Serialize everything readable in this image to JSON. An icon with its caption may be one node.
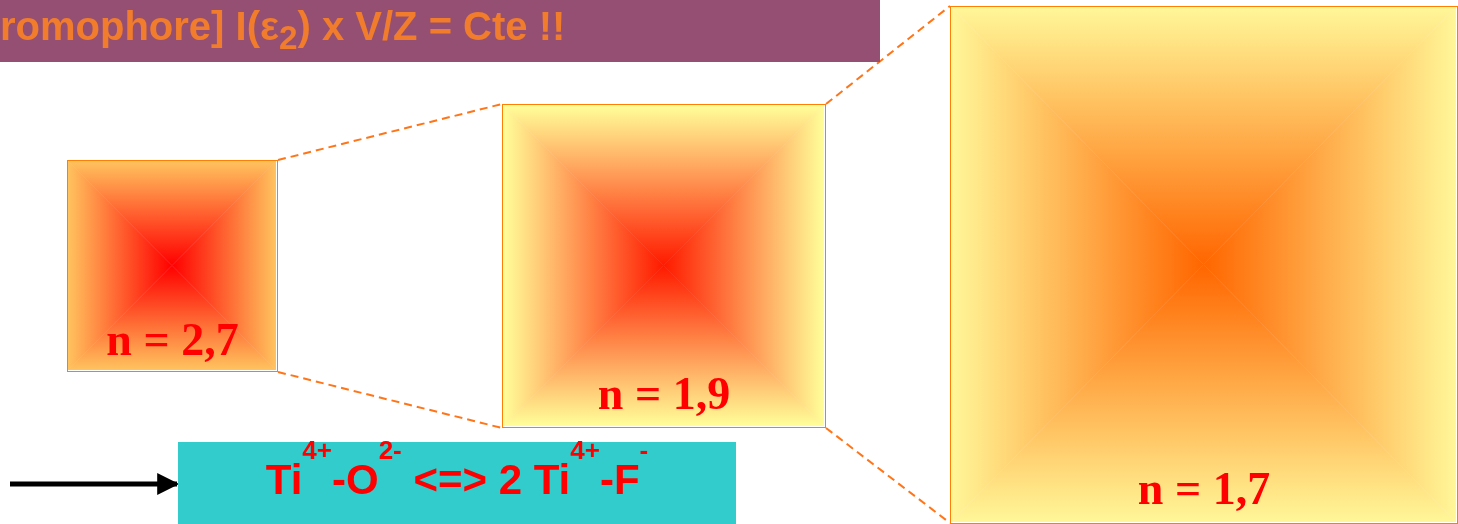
{
  "diagram": {
    "title": "romophore] I(ε$_{2}$) x V/Z = Cte !!",
    "nodes": [
      {
        "text": [
          "n = 2,7"
        ]
      },
      {
        "text": [
          "n = 1,9"
        ]
      },
      {
        "text": [
          "n = 1,7"
        ]
      },
      {
        "text": [
          "Ti$^{4+}$-O$^{2-}$ <=> 2 Ti$^{4+}$-F$^{-}$"
        ]
      }
    ],
    "edges": [
      {
        "from": 0,
        "to": 1,
        "arrow": "none",
        "style": "dashed"
      },
      {
        "from": 0,
        "to": 1,
        "arrow": "none",
        "style": "dashed"
      },
      {
        "from": 1,
        "to": 2,
        "arrow": "none",
        "style": "dashed"
      },
      {
        "from": 1,
        "to": 2,
        "arrow": "none",
        "style": "dashed"
      },
      {
        "from": null,
        "to": 3,
        "arrow": "to",
        "style": "thick",
        "color": "#000000"
      }
    ]
  }
}
